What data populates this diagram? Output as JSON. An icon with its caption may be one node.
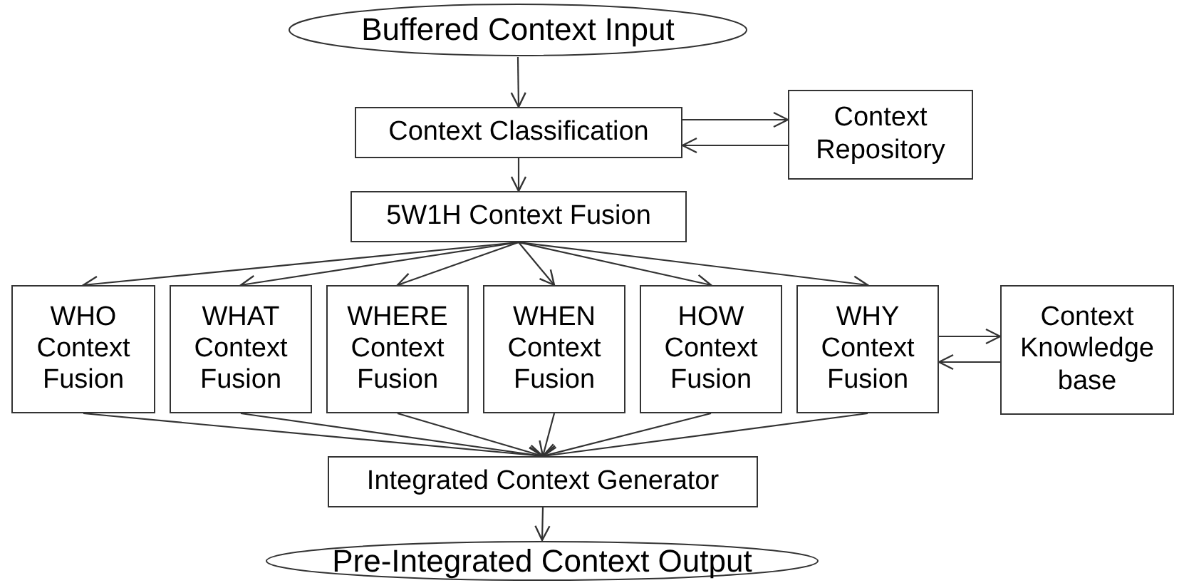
{
  "diagram": {
    "nodes": [
      {
        "text": [
          "Buffered Context Input"
        ]
      },
      {
        "text": [
          "Context Classification"
        ]
      },
      {
        "text": [
          "Context Repository"
        ]
      },
      {
        "text": [
          "5W1H Context Fusion"
        ]
      },
      {
        "text": [
          "WHO Context Fusion"
        ]
      },
      {
        "text": [
          "WHAT Context Fusion"
        ]
      },
      {
        "text": [
          "WHERE Context Fusion"
        ]
      },
      {
        "text": [
          "WHEN Context Fusion"
        ]
      },
      {
        "text": [
          "HOW Context Fusion"
        ]
      },
      {
        "text": [
          "WHY Context Fusion"
        ]
      },
      {
        "text": [
          "Context Knowledge base"
        ]
      },
      {
        "text": [
          "Integrated Context Generator"
        ]
      },
      {
        "text": [
          "Pre-Integrated Context Output"
        ]
      }
    ],
    "edges": [
      {
        "from": 0,
        "to": 1,
        "arrow": "to"
      },
      {
        "from": 1,
        "to": 2,
        "arrow": "to"
      },
      {
        "from": 2,
        "to": 1,
        "arrow": "to"
      },
      {
        "from": 1,
        "to": 3,
        "arrow": "to"
      },
      {
        "from": 3,
        "to": 4,
        "arrow": "to"
      },
      {
        "from": 3,
        "to": 5,
        "arrow": "to"
      },
      {
        "from": 3,
        "to": 6,
        "arrow": "to"
      },
      {
        "from": 3,
        "to": 7,
        "arrow": "to"
      },
      {
        "from": 3,
        "to": 8,
        "arrow": "to"
      },
      {
        "from": 3,
        "to": 9,
        "arrow": "to"
      },
      {
        "from": 9,
        "to": 10,
        "arrow": "to"
      },
      {
        "from": 10,
        "to": 9,
        "arrow": "to"
      },
      {
        "from": 4,
        "to": 11,
        "arrow": "to"
      },
      {
        "from": 5,
        "to": 11,
        "arrow": "to"
      },
      {
        "from": 6,
        "to": 11,
        "arrow": "to"
      },
      {
        "from": 7,
        "to": 11,
        "arrow": "to"
      },
      {
        "from": 8,
        "to": 11,
        "arrow": "to"
      },
      {
        "from": 9,
        "to": 11,
        "arrow": "to"
      },
      {
        "from": 11,
        "to": 12,
        "arrow": "to"
      }
    ]
  }
}
